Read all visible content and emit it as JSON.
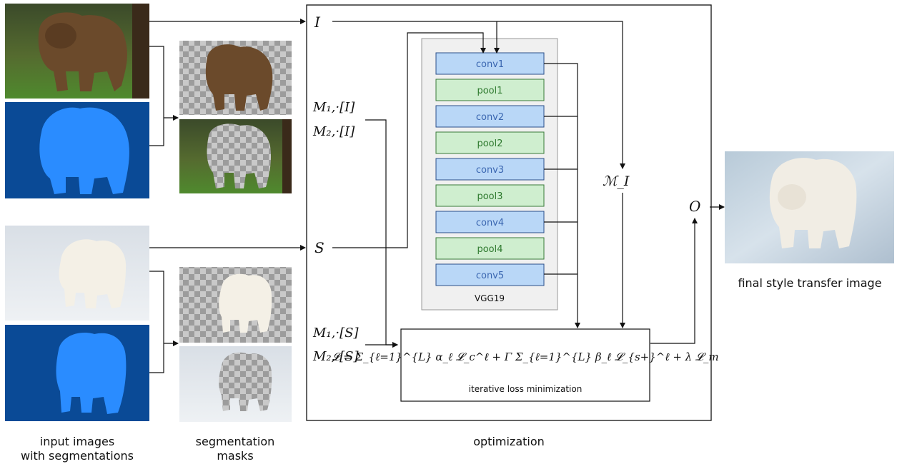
{
  "inputs": {
    "content_image_label": "",
    "style_image_label": ""
  },
  "optimization_box": {
    "symbol_I": "I",
    "symbol_S": "S",
    "mask_I_line1": "M₁,·[I]",
    "mask_I_line2": "M₂,·[I]",
    "mask_S_line1": "M₁,·[S]",
    "mask_S_line2": "M₂,·[S]",
    "matting": "ℳ_I",
    "output": "O"
  },
  "vgg": {
    "title": "VGG19",
    "layers": [
      {
        "label": "conv1",
        "kind": "conv"
      },
      {
        "label": "pool1",
        "kind": "pool"
      },
      {
        "label": "conv2",
        "kind": "conv"
      },
      {
        "label": "pool2",
        "kind": "pool"
      },
      {
        "label": "conv3",
        "kind": "conv"
      },
      {
        "label": "pool3",
        "kind": "pool"
      },
      {
        "label": "conv4",
        "kind": "conv"
      },
      {
        "label": "pool4",
        "kind": "pool"
      },
      {
        "label": "conv5",
        "kind": "conv"
      }
    ]
  },
  "loss": {
    "formula": "𝓛 = Σ_{ℓ=1}^{L} α_ℓ 𝓛_c^ℓ + Γ Σ_{ℓ=1}^{L} β_ℓ 𝓛_{s+}^ℓ + λ 𝓛_m",
    "caption": "iterative loss minimization"
  },
  "captions": {
    "input_line1": "input images",
    "input_line2": "with segmentations",
    "seg_line1": "segmentation",
    "seg_line2": "masks",
    "optimization": "optimization",
    "final": "final style transfer image"
  },
  "colors": {
    "conv_fill": "#b9d7f7",
    "conv_text": "#3a66b0",
    "pool_fill": "#cfeecf",
    "pool_text": "#2f7a2f",
    "seg_dark": "#0a4a96",
    "seg_light": "#2a8cff"
  }
}
